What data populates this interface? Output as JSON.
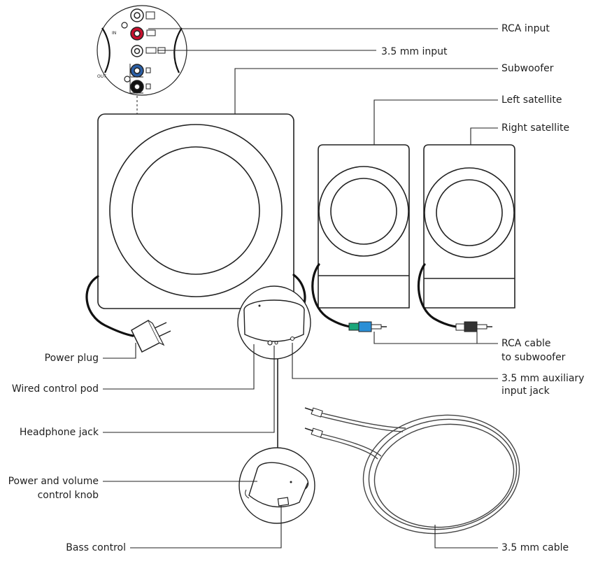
{
  "labels": {
    "rca_input": "RCA input",
    "mm_input": "3.5 mm input",
    "subwoofer": "Subwoofer",
    "left_satellite": "Left satellite",
    "right_satellite": "Right satellite",
    "rca_cable_line1": "RCA cable",
    "rca_cable_line2": "to subwoofer",
    "aux_jack_line1": "3.5 mm auxiliary",
    "aux_jack_line2": "input jack",
    "cable_35": "3.5 mm cable",
    "power_plug": "Power plug",
    "wired_pod": "Wired control pod",
    "headphone_jack": "Headphone jack",
    "power_volume_line1": "Power and volume",
    "power_volume_line2": "control knob",
    "bass_control": "Bass control"
  },
  "panel_marks": {
    "in": "IN",
    "out": "OUT"
  },
  "colors": {
    "rca_red": "#c8102e",
    "out_blue": "#2b5fa6",
    "plug_blue": "#2a8fd6",
    "plug_teal": "#19a77b",
    "line": "#222222"
  },
  "icons": [
    "rca-jack-icon",
    "speaker-driver-icon",
    "power-plug-icon",
    "audio-plug-icon"
  ]
}
